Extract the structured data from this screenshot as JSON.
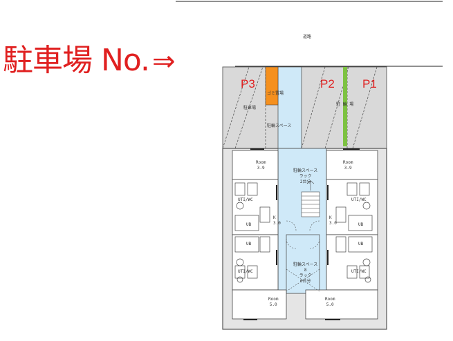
{
  "headline": {
    "text": "駐車場 No.",
    "arrow": "⇒"
  },
  "road_label": "道路",
  "parking_slots": [
    {
      "id": "P3",
      "label": "P3"
    },
    {
      "id": "P2",
      "label": "P2"
    },
    {
      "id": "P1",
      "label": "P1"
    }
  ],
  "plan_labels": {
    "garbage": "ゴミ置場",
    "parking_text": "駐車場",
    "bike_space": "駐輪スペース",
    "bike_space_rack_top": "駐輪スペース\nラック\n2台分",
    "bike_space_rack_bottom": "駐輪スペース\n8\nラック\n6台分",
    "parking_right": "駐 輪 場",
    "room_top_left": "Room\n3.9",
    "room_top_right": "Room\n3.9",
    "room_bottom_left": "Room\n5.0",
    "room_bottom_right": "Room\n5.0",
    "utility_left_top": "UTI/WC",
    "utility_right_top": "UTI/WC",
    "utility_left_bottom": "UTI/WC",
    "utility_right_bottom": "UTI/WC",
    "ub": "UB",
    "kitchen_left": "K\n3.0",
    "kitchen_right": "K\n3.0"
  },
  "colors": {
    "red": "#e02020",
    "sky": "#cfe9f8",
    "grey": "#d9d9d9",
    "orange": "#f5901e",
    "green": "#7dc242"
  }
}
